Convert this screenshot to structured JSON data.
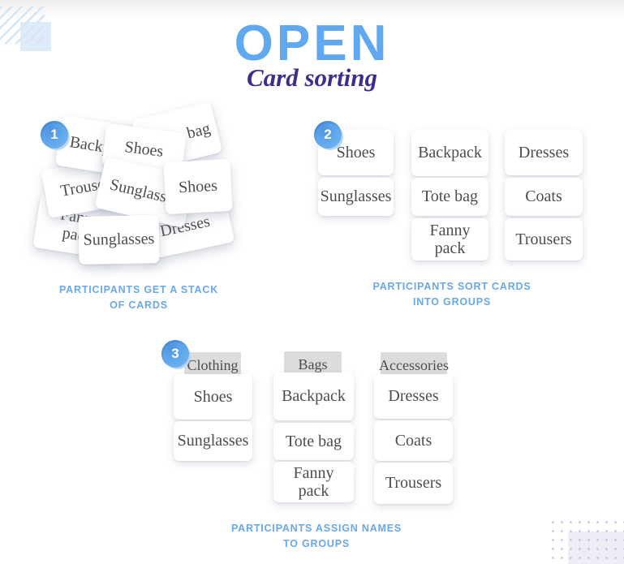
{
  "title": {
    "main": "OPEN",
    "subtitle": "Card sorting"
  },
  "colors": {
    "title_blue": "#60a8f0",
    "subtitle_purple": "#3a2f8e",
    "caption_blue": "#69a8e8",
    "badge_blue": "#5ea5e9",
    "card_text": "#4d4d4d",
    "group_label_bg": "#dcdcdc"
  },
  "steps": [
    {
      "number": "1",
      "caption_line1": "PARTICIPANTS GET A STACK",
      "caption_line2": "OF CARDS",
      "pile": [
        {
          "label": "Fanny pack"
        },
        {
          "label": "Dresses"
        },
        {
          "label": "Trousers"
        },
        {
          "label": "Backpack"
        },
        {
          "label": "Tote bag"
        },
        {
          "label": "Shoes"
        },
        {
          "label": "Sunglasses"
        },
        {
          "label": "Shoes"
        },
        {
          "label": "Sunglasses"
        }
      ]
    },
    {
      "number": "2",
      "caption_line1": "PARTICIPANTS SORT CARDS",
      "caption_line2": "INTO GROUPS",
      "groups": [
        {
          "cards": [
            "Shoes",
            "Sunglasses"
          ]
        },
        {
          "cards": [
            "Backpack",
            "Tote bag",
            "Fanny pack"
          ]
        },
        {
          "cards": [
            "Dresses",
            "Coats",
            "Trousers"
          ]
        }
      ]
    },
    {
      "number": "3",
      "caption_line1": "PARTICIPANTS ASSIGN NAMES",
      "caption_line2": "TO GROUPS",
      "groups": [
        {
          "name": "Clothing",
          "cards": [
            "Shoes",
            "Sunglasses"
          ]
        },
        {
          "name": "Bags",
          "cards": [
            "Backpack",
            "Tote bag",
            "Fanny pack"
          ]
        },
        {
          "name": "Accessories",
          "cards": [
            "Dresses",
            "Coats",
            "Trousers"
          ]
        }
      ]
    }
  ]
}
